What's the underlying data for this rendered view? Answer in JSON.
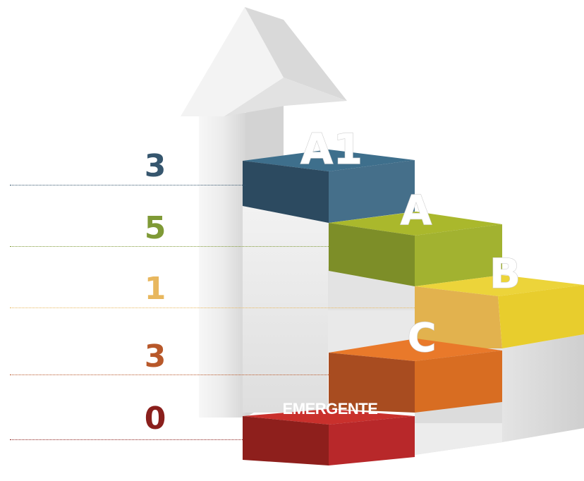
{
  "levels": [
    {
      "label": "A1",
      "count": "3",
      "color": "#36566e"
    },
    {
      "label": "A",
      "count": "5",
      "color": "#7f9a36"
    },
    {
      "label": "B",
      "count": "1",
      "color": "#e8b75e"
    },
    {
      "label": "C",
      "count": "3",
      "color": "#b8582a"
    },
    {
      "label": "EMERGENTE",
      "count": "0",
      "color": "#8a1f1c"
    }
  ]
}
